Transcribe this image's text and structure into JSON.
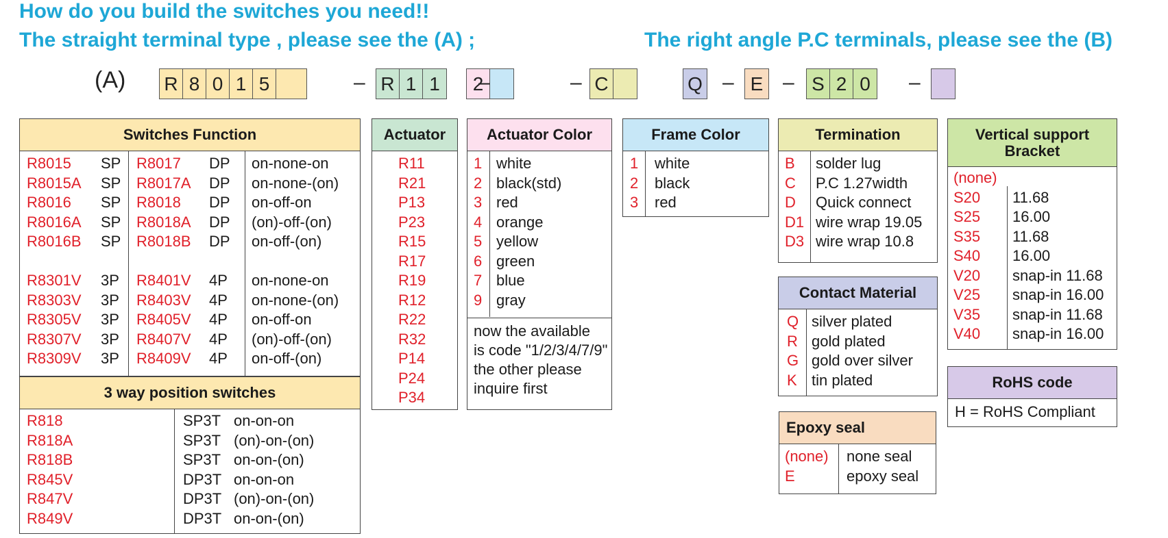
{
  "headings": {
    "line1": "How do you build the switches you need!!",
    "line2": "The straight terminal type , please see the (A) ;",
    "line3": "The right angle P.C terminals, please see the (B)"
  },
  "code": {
    "label": "(A)",
    "dash": "–",
    "groups": [
      {
        "color": "#fde8b0",
        "cells": [
          "R",
          "8",
          "0",
          "1",
          "5",
          ""
        ]
      },
      {
        "color": "#c9e6d2",
        "cells": [
          "R",
          "1",
          "1"
        ]
      },
      {
        "color": "#fde0ee",
        "color2": "#c7e7f7",
        "cells": [
          "2",
          ""
        ]
      },
      {
        "color": "#ecebb2",
        "cells": [
          "C",
          ""
        ]
      },
      {
        "color": "#c9cde8",
        "cells": [
          "Q"
        ]
      },
      {
        "color": "#f9dcc0",
        "cells": [
          "E"
        ]
      },
      {
        "color": "#cde6a6",
        "cells": [
          "S",
          "2",
          "0"
        ]
      },
      {
        "color": "#d7c9e8",
        "cells": [
          ""
        ]
      }
    ]
  },
  "switches_function": {
    "title": "Switches Function",
    "header_color": "#fde8b0",
    "rows": [
      [
        "R8015",
        "SP",
        "R8017",
        "DP",
        "on-none-on"
      ],
      [
        "R8015A",
        "SP",
        "R8017A",
        "DP",
        "on-none-(on)"
      ],
      [
        "R8016",
        "SP",
        "R8018",
        "DP",
        "on-off-on"
      ],
      [
        "R8016A",
        "SP",
        "R8018A",
        "DP",
        "(on)-off-(on)"
      ],
      [
        "R8016B",
        "SP",
        "R8018B",
        "DP",
        "on-off-(on)"
      ],
      [
        "",
        "",
        "",
        "",
        ""
      ],
      [
        "R8301V",
        "3P",
        "R8401V",
        "4P",
        "on-none-on"
      ],
      [
        "R8303V",
        "3P",
        "R8403V",
        "4P",
        "on-none-(on)"
      ],
      [
        "R8305V",
        "3P",
        "R8405V",
        "4P",
        "on-off-on"
      ],
      [
        "R8307V",
        "3P",
        "R8407V",
        "4P",
        "(on)-off-(on)"
      ],
      [
        "R8309V",
        "3P",
        "R8409V",
        "4P",
        "on-off-(on)"
      ]
    ]
  },
  "three_way": {
    "title": "3 way position switches",
    "header_color": "#fde8b0",
    "rows": [
      [
        "R818",
        "SP3T",
        "on-on-on"
      ],
      [
        "R818A",
        "SP3T",
        "(on)-on-(on)"
      ],
      [
        "R818B",
        "SP3T",
        "on-on-(on)"
      ],
      [
        "R845V",
        "DP3T",
        "on-on-on"
      ],
      [
        "R847V",
        "DP3T",
        "(on)-on-(on)"
      ],
      [
        "R849V",
        "DP3T",
        "on-on-(on)"
      ]
    ]
  },
  "actuator": {
    "title": "Actuator",
    "header_color": "#c9e6d2",
    "items": [
      "R11",
      "R21",
      "P13",
      "P23",
      "R15",
      "R17",
      "R19",
      "R12",
      "R22",
      "R32",
      "P14",
      "P24",
      "P34"
    ]
  },
  "actuator_color": {
    "title": "Actuator Color",
    "header_color": "#fde0ee",
    "rows": [
      [
        "1",
        "white"
      ],
      [
        "2",
        "black(std)"
      ],
      [
        "3",
        "red"
      ],
      [
        "4",
        "orange"
      ],
      [
        "5",
        "yellow"
      ],
      [
        "6",
        "green"
      ],
      [
        "7",
        "blue"
      ],
      [
        "9",
        "gray"
      ]
    ],
    "note": [
      "now the available",
      "is code \"1/2/3/4/7/9\"",
      "the other please",
      "inquire first"
    ]
  },
  "frame_color": {
    "title": "Frame Color",
    "header_color": "#c7e7f7",
    "rows": [
      [
        "1",
        "white"
      ],
      [
        "2",
        "black"
      ],
      [
        "3",
        "red"
      ]
    ]
  },
  "termination": {
    "title": "Termination",
    "header_color": "#ecebb2",
    "rows": [
      [
        "B",
        "solder lug"
      ],
      [
        "C",
        "P.C 1.27width"
      ],
      [
        "D",
        "Quick connect"
      ],
      [
        "D1",
        "wire wrap 19.05"
      ],
      [
        "D3",
        "wire wrap 10.8"
      ]
    ]
  },
  "contact_material": {
    "title": "Contact Material",
    "header_color": "#c9cde8",
    "rows": [
      [
        "Q",
        "silver plated"
      ],
      [
        "R",
        "gold plated"
      ],
      [
        "G",
        "gold over silver"
      ],
      [
        "K",
        "tin plated"
      ]
    ]
  },
  "epoxy_seal": {
    "title": "Epoxy seal",
    "header_color": "#f9dcc0",
    "rows": [
      [
        "(none)",
        "none seal"
      ],
      [
        "E",
        "epoxy seal"
      ]
    ]
  },
  "vertical_support": {
    "title_line1": "Vertical support",
    "title_line2": "Bracket",
    "header_color": "#cde6a6",
    "rows": [
      [
        "(none)",
        ""
      ],
      [
        "S20",
        "11.68"
      ],
      [
        "S25",
        "16.00"
      ],
      [
        "S35",
        "11.68"
      ],
      [
        "S40",
        "16.00"
      ],
      [
        "V20",
        "snap-in 11.68"
      ],
      [
        "V25",
        "snap-in 16.00"
      ],
      [
        "V35",
        "snap-in 11.68"
      ],
      [
        "V40",
        "snap-in 16.00"
      ]
    ]
  },
  "rohs": {
    "title": "RoHS code",
    "header_color": "#d7c9e8",
    "text": "H  = RoHS Compliant"
  }
}
